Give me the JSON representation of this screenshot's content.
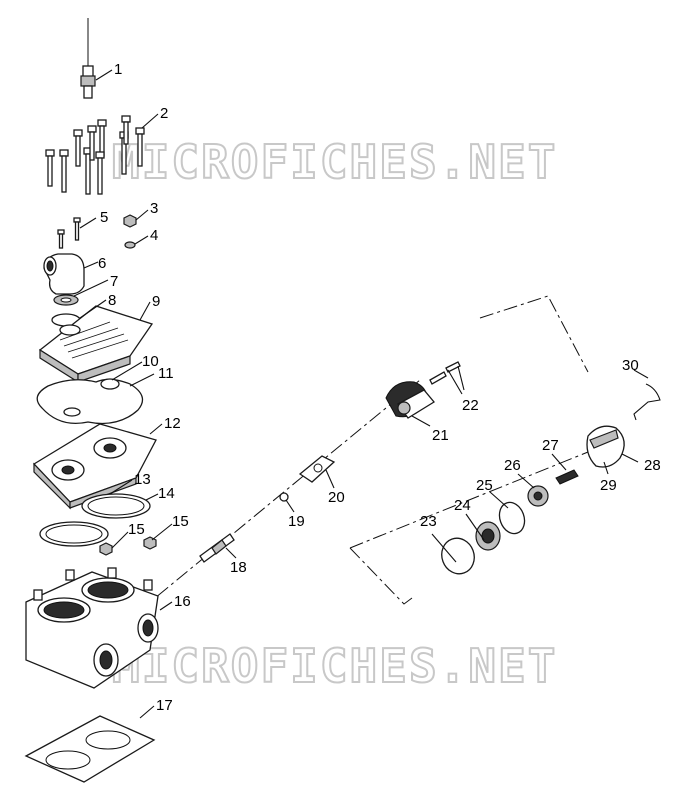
{
  "watermark": "MICROFICHES.NET",
  "callouts": [
    "1",
    "2",
    "3",
    "4",
    "5",
    "6",
    "7",
    "8",
    "9",
    "10",
    "11",
    "12",
    "13",
    "14",
    "15",
    "15",
    "16",
    "17",
    "18",
    "19",
    "20",
    "21",
    "22",
    "23",
    "24",
    "25",
    "26",
    "27",
    "28",
    "29",
    "30"
  ]
}
